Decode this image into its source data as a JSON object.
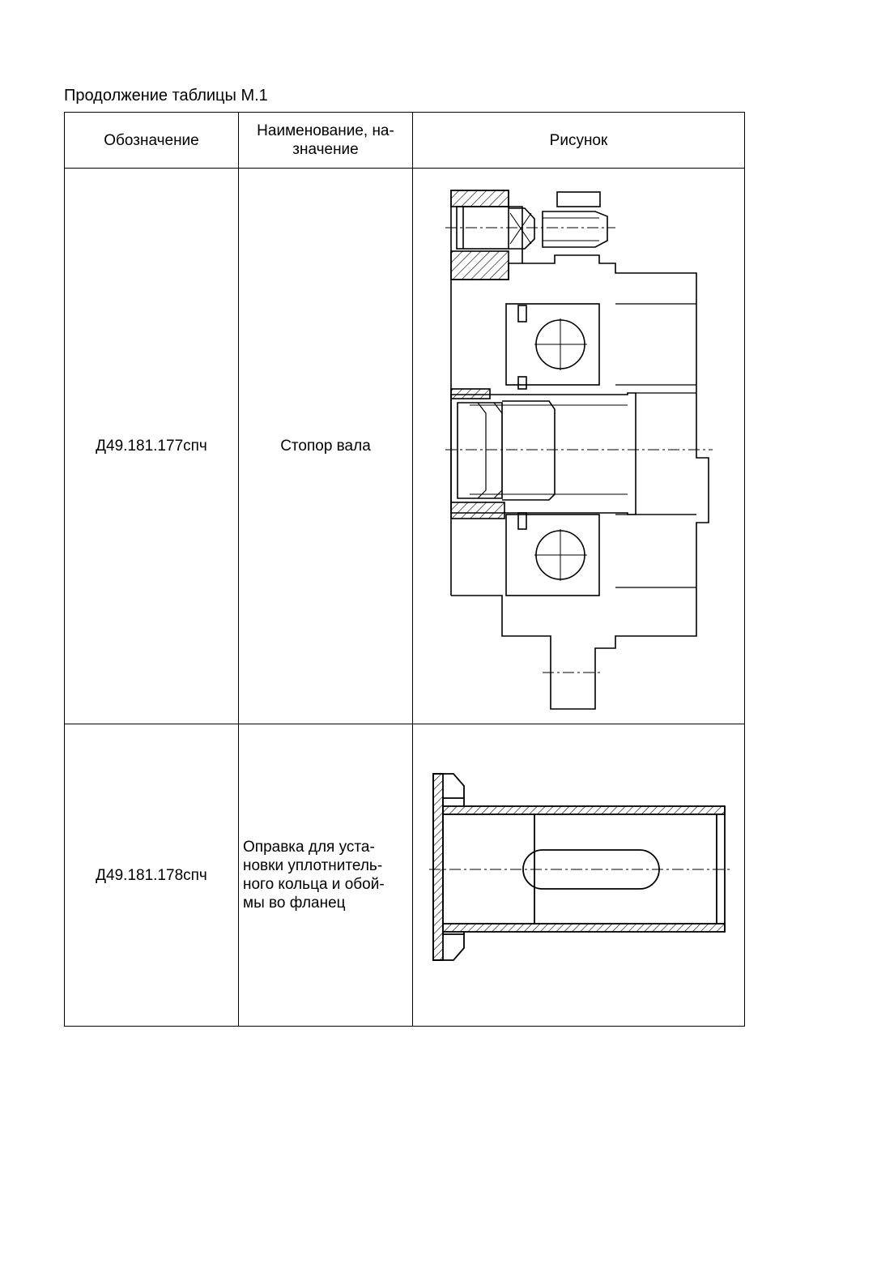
{
  "caption": "Продолжение таблицы М.1",
  "table": {
    "headers": {
      "designation": "Обозначение",
      "name_line1": "Наименование, на-",
      "name_line2": "значение",
      "figure": "Рисунок"
    },
    "rows": [
      {
        "designation": "Д49.181.177спч",
        "name_lines": [
          "Стопор вала"
        ],
        "figure": "shaft-stopper-drawing"
      },
      {
        "designation": "Д49.181.178спч",
        "name_lines": [
          "Оправка для уста-",
          "новки уплотнитель-",
          "ного кольца и обой-",
          "мы во фланец"
        ],
        "figure": "mandrel-drawing"
      }
    ]
  }
}
